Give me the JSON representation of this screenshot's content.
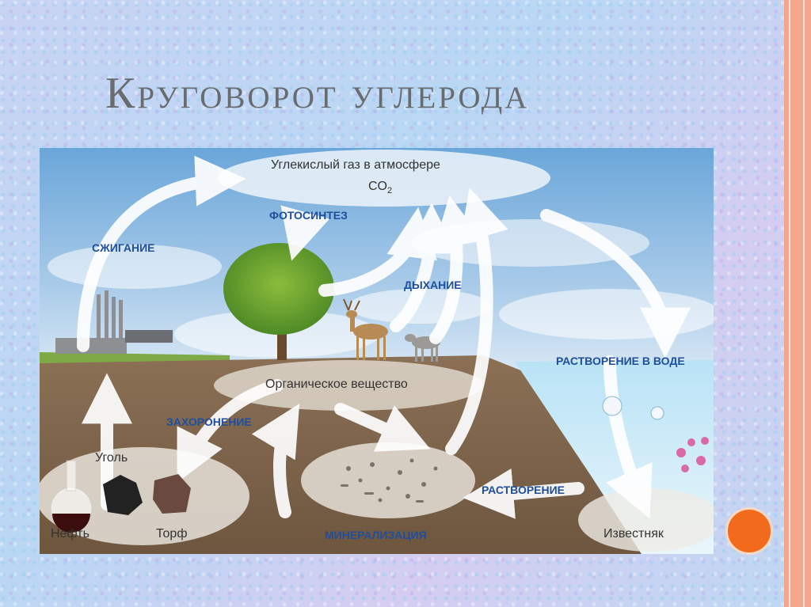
{
  "slide": {
    "title": "Круговорот углерода"
  },
  "diagram": {
    "atmosphere_label": "Углекислый газ в атмосфере",
    "co2_label": "CO",
    "co2_subscript": "2",
    "organic_matter_label": "Органическое вещество",
    "processes": {
      "photosynthesis": "ФОТОСИНТЕЗ",
      "combustion": "СЖИГАНИЕ",
      "respiration": "ДЫХАНИЕ",
      "dissolution_in_water": "РАСТВОРЕНИЕ В ВОДЕ",
      "burial": "ЗАХОРОНЕНИЕ",
      "dissolution": "РАСТВОРЕНИЕ",
      "mineralization": "МИНЕРАЛИЗАЦИЯ"
    },
    "deposits": {
      "coal": "Уголь",
      "oil": "Нефть",
      "peat": "Торф",
      "limestone": "Известняк"
    }
  },
  "colors": {
    "process_text": "#1f4e9c",
    "accent_dot": "#f26b1d",
    "right_border": "#f5a78e"
  }
}
